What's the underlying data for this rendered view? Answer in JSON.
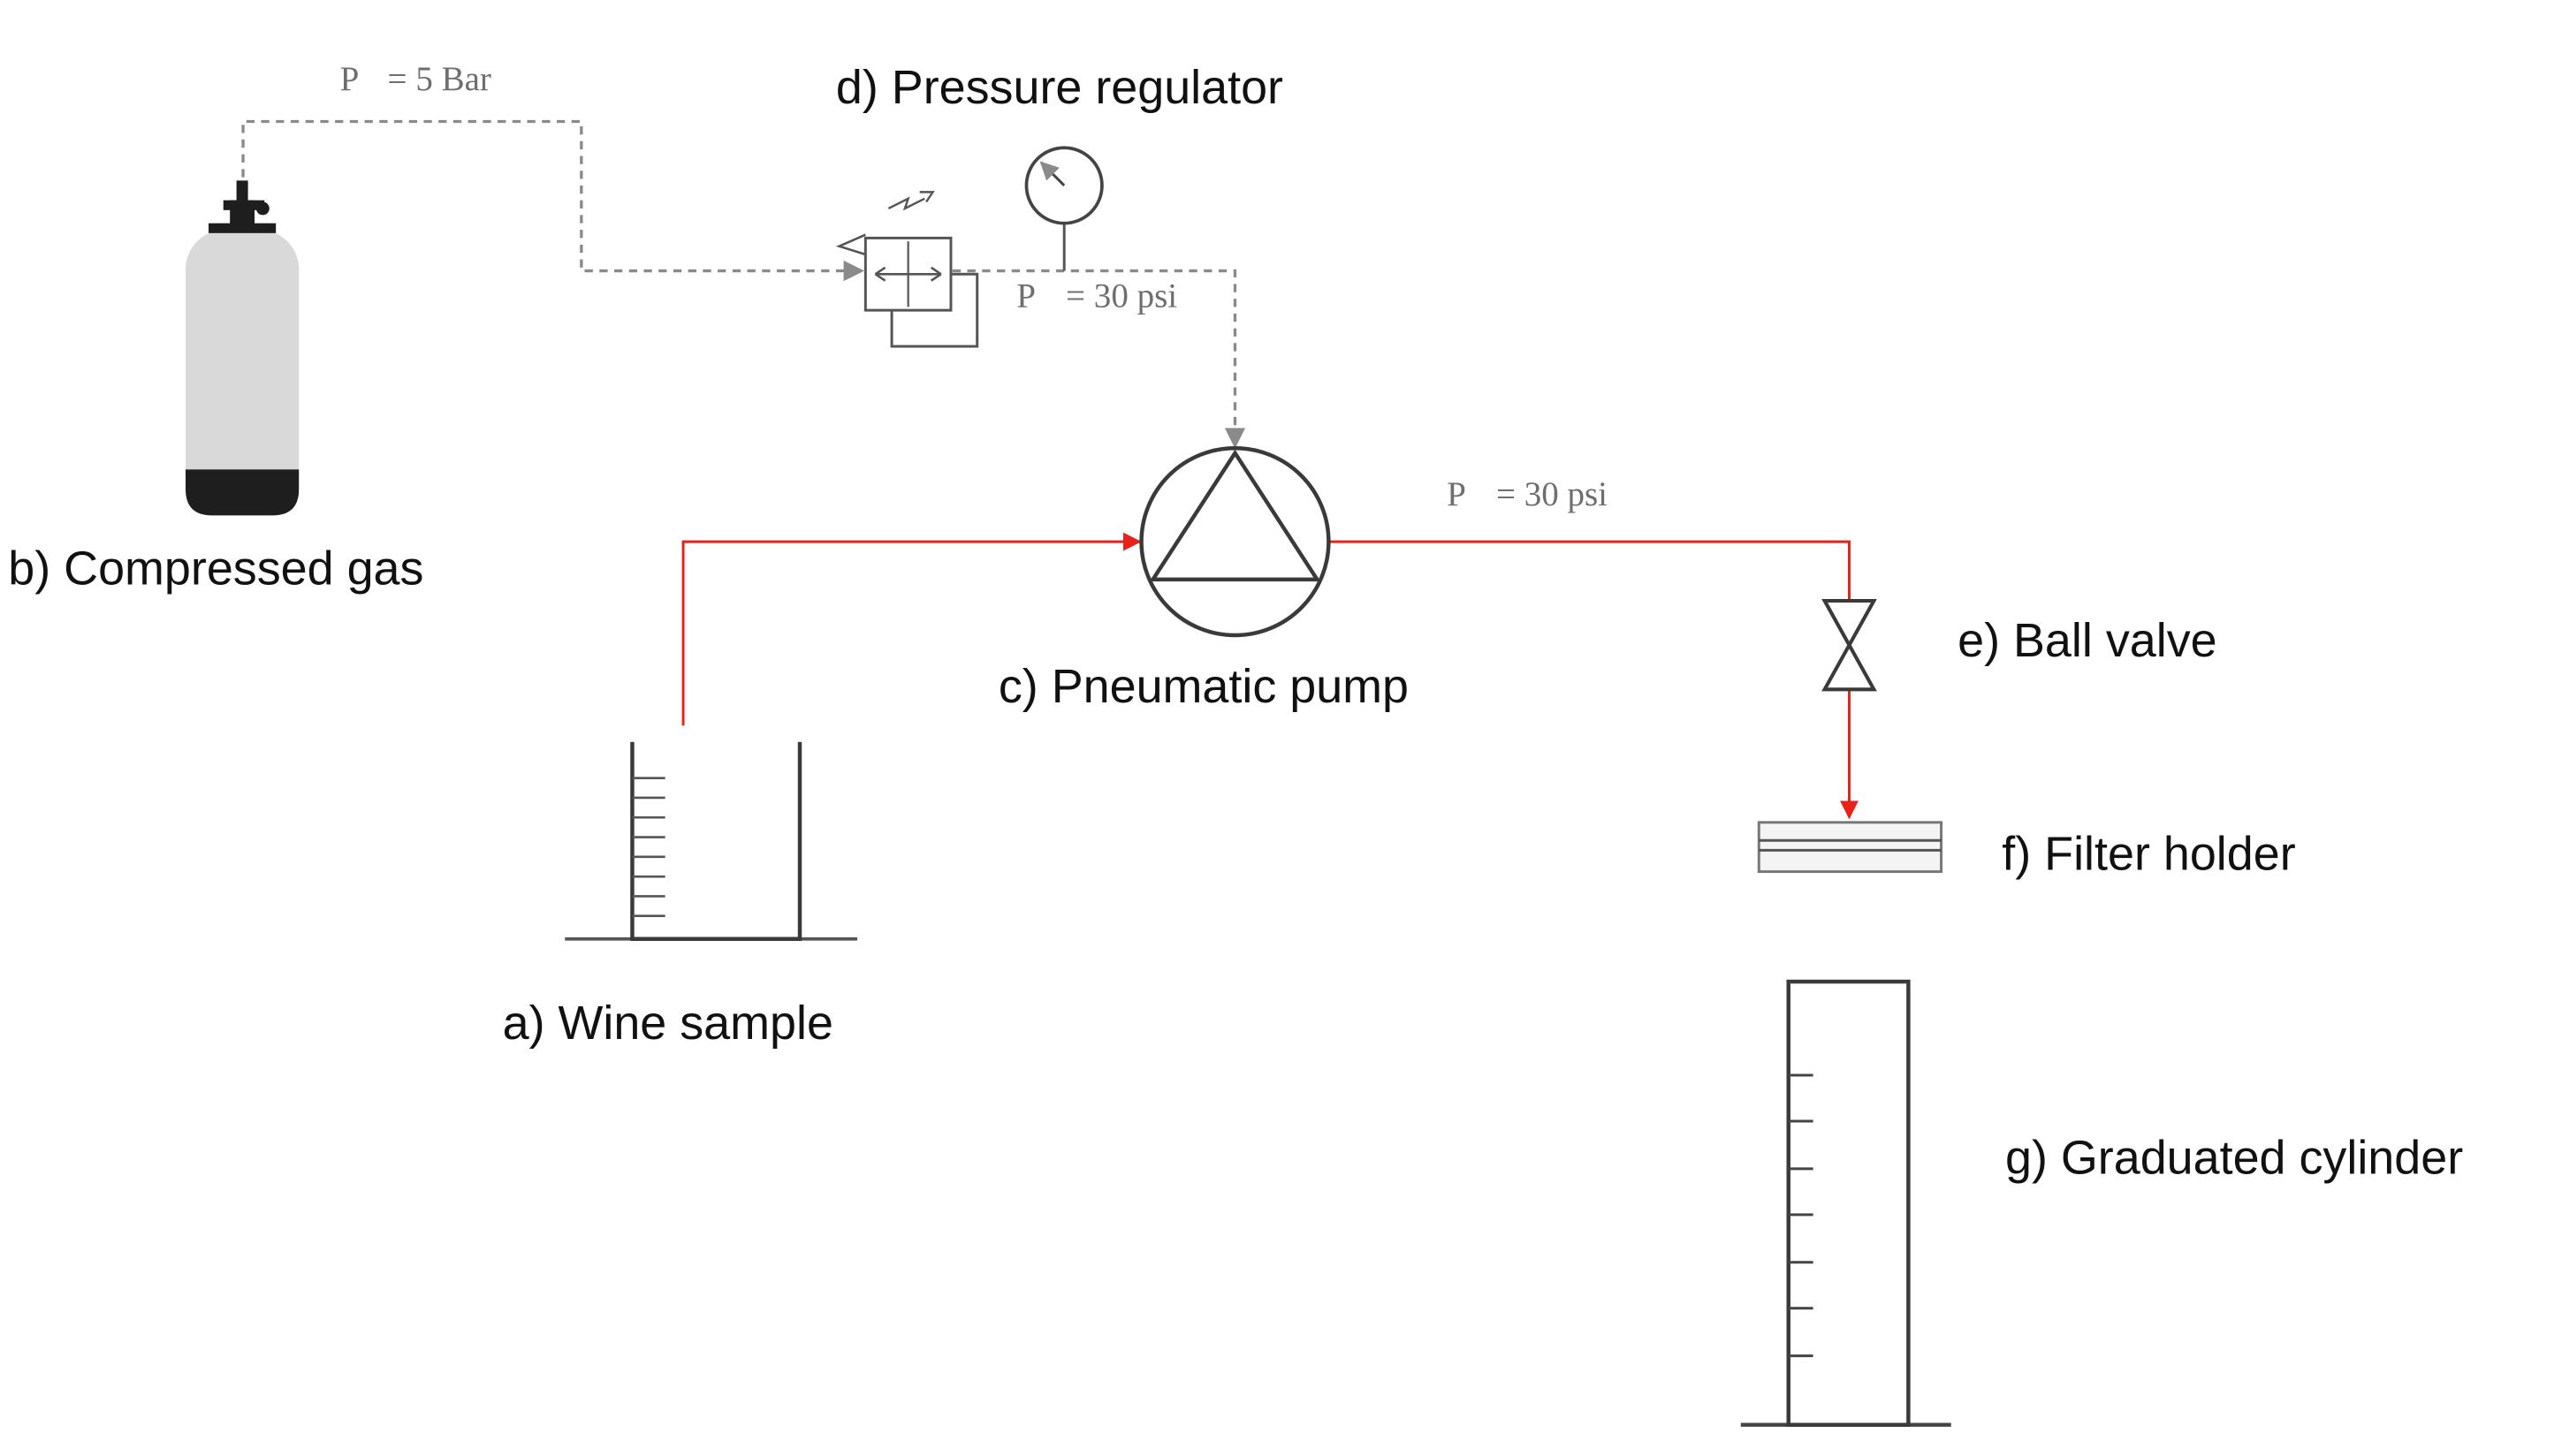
{
  "labels": {
    "wine_sample": "a) Wine sample",
    "compressed_gas": "b) Compressed gas",
    "pneumatic_pump": "c) Pneumatic pump",
    "pressure_regulator": "d) Pressure regulator",
    "ball_valve": "e) Ball valve",
    "filter_holder": "f) Filter holder",
    "graduated_cylinder": "g) Graduated cylinder"
  },
  "pressures": {
    "gas_line": {
      "symbol": "P",
      "value": "= 5 Bar"
    },
    "regulator_out": {
      "symbol": "P",
      "value": "= 30 psi"
    },
    "pump_out": {
      "symbol": "P",
      "value": "= 30 psi"
    }
  },
  "colors": {
    "liquid_line": "#e8221b",
    "gas_line": "#8a8a8a",
    "outline": "#3a3a3a",
    "cylinder_body": "#d9d9d9",
    "cylinder_base": "#1e1e1e",
    "filter_fill": "#f4f4f4"
  }
}
